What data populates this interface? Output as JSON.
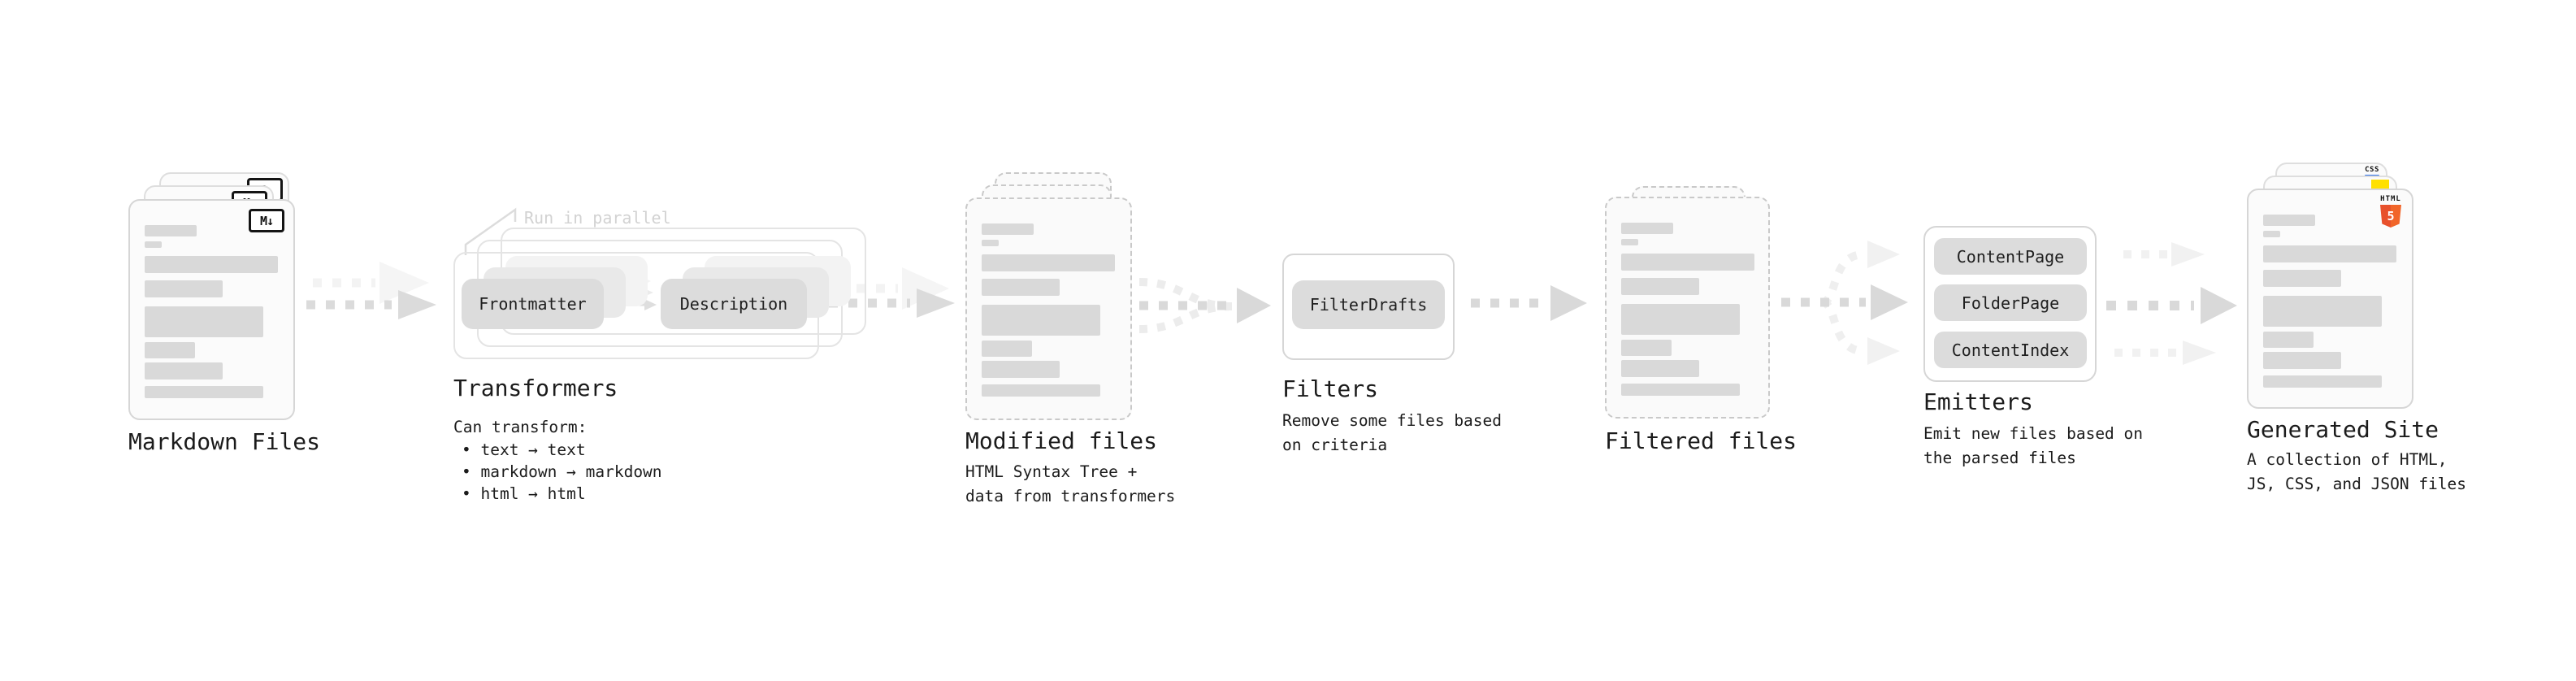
{
  "colors": {
    "background": "#ffffff",
    "card_fill": "#fbfbfb",
    "card_border": "#d6d6d6",
    "dashed_border": "#c9c9c9",
    "placeholder_bar": "#d9d9d9",
    "pill_fill": "#dcdcdc",
    "arrow": "#d9d9d9",
    "arrow_faint": "#f0f0f0",
    "text": "#1b1b1b",
    "muted_note": "#d2d2d2",
    "js_yellow": "#ffe000",
    "css_blue": "#2c6fe8",
    "html5_orange": "#e8512c"
  },
  "stages": {
    "markdown": {
      "label": "Markdown Files",
      "icon_text": "M↓"
    },
    "transformers": {
      "label": "Transformers",
      "note": "Run in parallel",
      "pill_left": "Frontmatter",
      "pill_right": "Description",
      "desc_title": "Can transform:",
      "bullets": [
        "• text → text",
        "• markdown → markdown",
        "• html → html"
      ]
    },
    "modified": {
      "label": "Modified files",
      "desc": "HTML Syntax Tree +\ndata from transformers"
    },
    "filters": {
      "label": "Filters",
      "pill": "FilterDrafts",
      "desc": "Remove some files based\non criteria"
    },
    "filtered": {
      "label": "Filtered files"
    },
    "emitters": {
      "label": "Emitters",
      "pills": [
        "ContentPage",
        "FolderPage",
        "ContentIndex"
      ],
      "desc": "Emit new files based on\nthe parsed files"
    },
    "generated": {
      "label": "Generated Site",
      "desc": "A collection of HTML,\nJS, CSS, and JSON files",
      "css_icon_text": "CSS",
      "html_icon_text": "HTML",
      "html_icon_number": "5"
    }
  }
}
